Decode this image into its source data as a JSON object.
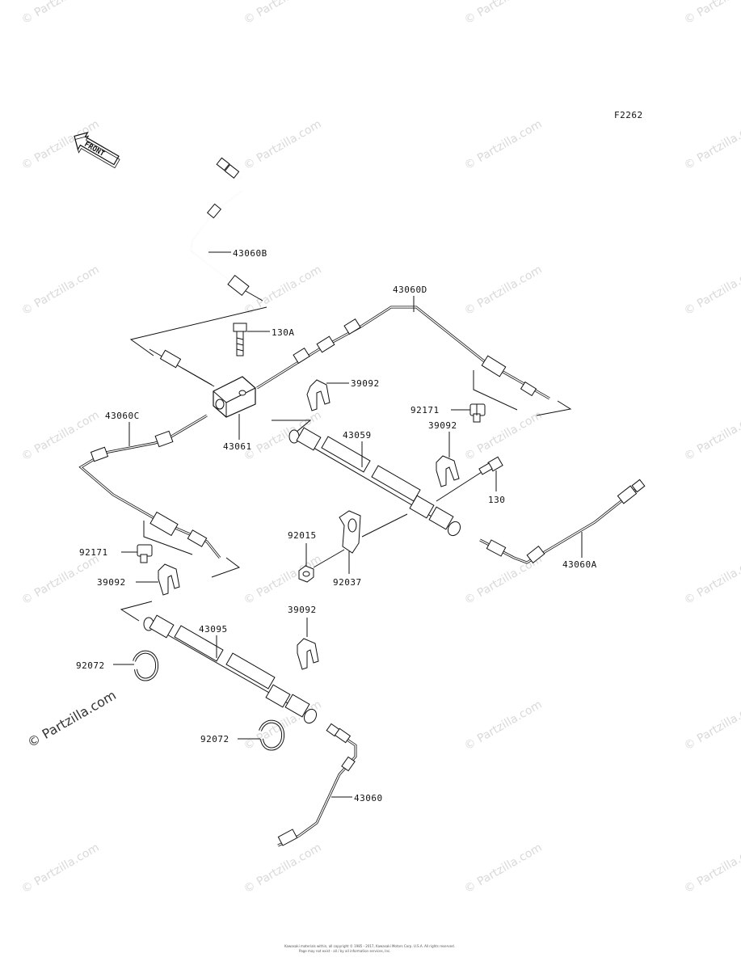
{
  "figure_code": "F2262",
  "front_arrow_text": "FRONT",
  "watermark": "© Partzilla.com",
  "footer": {
    "line1": "Kawasaki materials within, all copyright © 1985 - 2017, Kawasaki Motors Corp. U.S.A. All rights reserved.",
    "line2": "Page may not exist - all / by all information services, Inc."
  },
  "labels": {
    "p43060B": "43060B",
    "p130A": "130A",
    "p43060D": "43060D",
    "p39092a": "39092",
    "p92171a": "92171",
    "p39092b": "39092",
    "p43060C": "43060C",
    "p43061": "43061",
    "p43059": "43059",
    "p130": "130",
    "p92015": "92015",
    "p92037": "92037",
    "p43060A": "43060A",
    "p92171b": "92171",
    "p39092c": "39092",
    "p39092d": "39092",
    "p43095": "43095",
    "p92072a": "92072",
    "p92072b": "92072",
    "p43060": "43060"
  }
}
